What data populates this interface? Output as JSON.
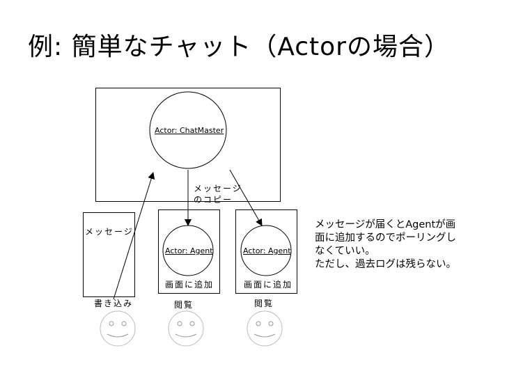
{
  "title": "例: 簡単なチャット（Actorの場合）",
  "master": {
    "label": "Actor: ChatMaster"
  },
  "copy_label_lines": [
    "メッセージ",
    "のコピー"
  ],
  "message_box_label": "メッセージ",
  "agents": [
    {
      "label": "Actor: Agent",
      "action": "画面に追加"
    },
    {
      "label": "Actor: Agent",
      "action": "画面に追加"
    }
  ],
  "users": [
    {
      "action": "書き込み"
    },
    {
      "action": "閲覧"
    },
    {
      "action": "閲覧"
    }
  ],
  "note_lines": [
    "メッセージが届くとAgentが画",
    "面に追加するのでポーリングし",
    "なくていい。",
    "ただし、過去ログは残らない。"
  ]
}
